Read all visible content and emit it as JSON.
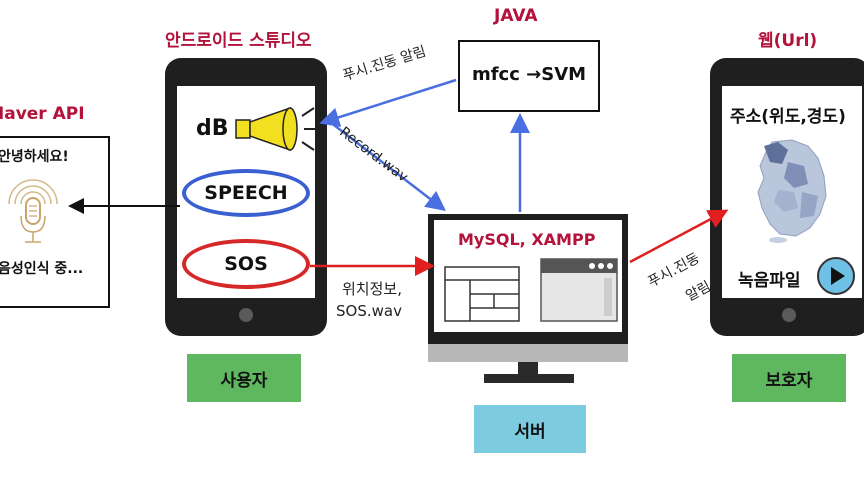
{
  "android": {
    "title": "안드로이드 스튜디오",
    "db_label": "dB",
    "speech_label": "SPEECH",
    "sos_label": "SOS"
  },
  "user_tag": "사용자",
  "naver": {
    "title": "Naver API",
    "greeting": "안녕하세요!",
    "status": "음성인식 중..."
  },
  "java": {
    "title": "JAVA",
    "flow": "mfcc →SVM"
  },
  "server": {
    "title": "MySQL, XAMPP",
    "tag": "서버"
  },
  "web": {
    "title": "웹(Url)",
    "address": "주소(위도,경도)",
    "recording": "녹음파일"
  },
  "guardian_tag": "보호자",
  "arrows": {
    "push_top": "푸시.진동 알림",
    "record": "Record.wav",
    "location_line1": "위치정보,",
    "location_line2": "SOS.wav",
    "push_right_line1": "푸시.진동",
    "push_right_line2": "알림"
  },
  "colors": {
    "title": "#b3123a",
    "speech_border": "#3a5fd0",
    "sos_border": "#d62828",
    "tag_green": "#5fb760",
    "tag_blue": "#7ccbde",
    "arrow_blue": "#4a6fe0",
    "arrow_red": "#e02020",
    "speaker_yellow": "#f2df1f"
  }
}
